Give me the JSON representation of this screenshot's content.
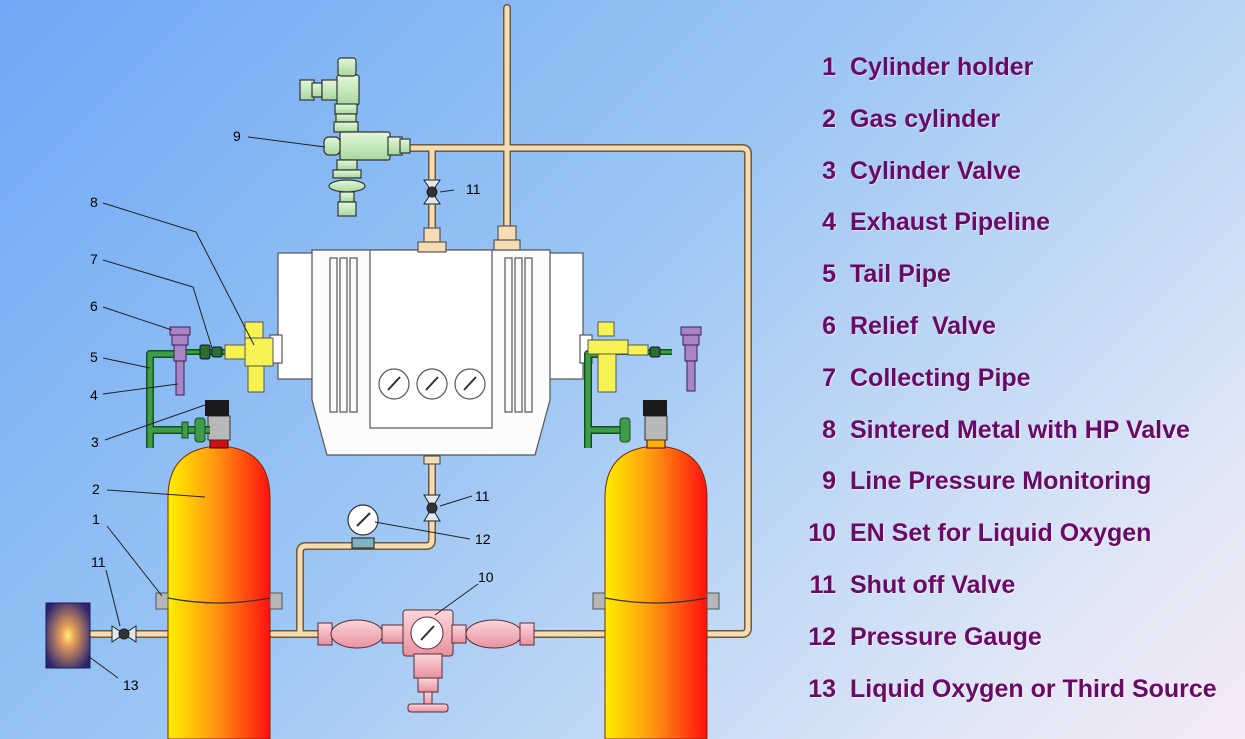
{
  "colors": {
    "legend_text": "#6b0a66",
    "pipe_fill": "#f5dcb2",
    "green_pipe": "#2e8a3a",
    "cylinder_top": "#ffea00",
    "cylinder_bottom": "#ff1010",
    "fitting_green": "#c8ecc0",
    "fitting_yellow": "#f6f254",
    "fitting_purple": "#a985c6",
    "fitting_pink": "#f4b7c0"
  },
  "callouts": [
    "1",
    "2",
    "3",
    "4",
    "5",
    "6",
    "7",
    "8",
    "9",
    "10",
    "11",
    "11",
    "11",
    "12",
    "13"
  ],
  "legend": [
    {
      "num": "1",
      "label": "Cylinder holder"
    },
    {
      "num": "2",
      "label": "Gas cylinder"
    },
    {
      "num": "3",
      "label": "Cylinder Valve"
    },
    {
      "num": "4",
      "label": "Exhaust Pipeline"
    },
    {
      "num": "5",
      "label": "Tail Pipe"
    },
    {
      "num": "6",
      "label": "Relief  Valve"
    },
    {
      "num": "7",
      "label": "Collecting Pipe"
    },
    {
      "num": "8",
      "label": "Sintered Metal with HP Valve"
    },
    {
      "num": "9",
      "label": "Line Pressure Monitoring"
    },
    {
      "num": "10",
      "label": "EN Set for Liquid Oxygen"
    },
    {
      "num": "11",
      "label": "Shut off Valve"
    },
    {
      "num": "12",
      "label": "Pressure Gauge"
    },
    {
      "num": "13",
      "label": "Liquid Oxygen or Third Source"
    }
  ]
}
